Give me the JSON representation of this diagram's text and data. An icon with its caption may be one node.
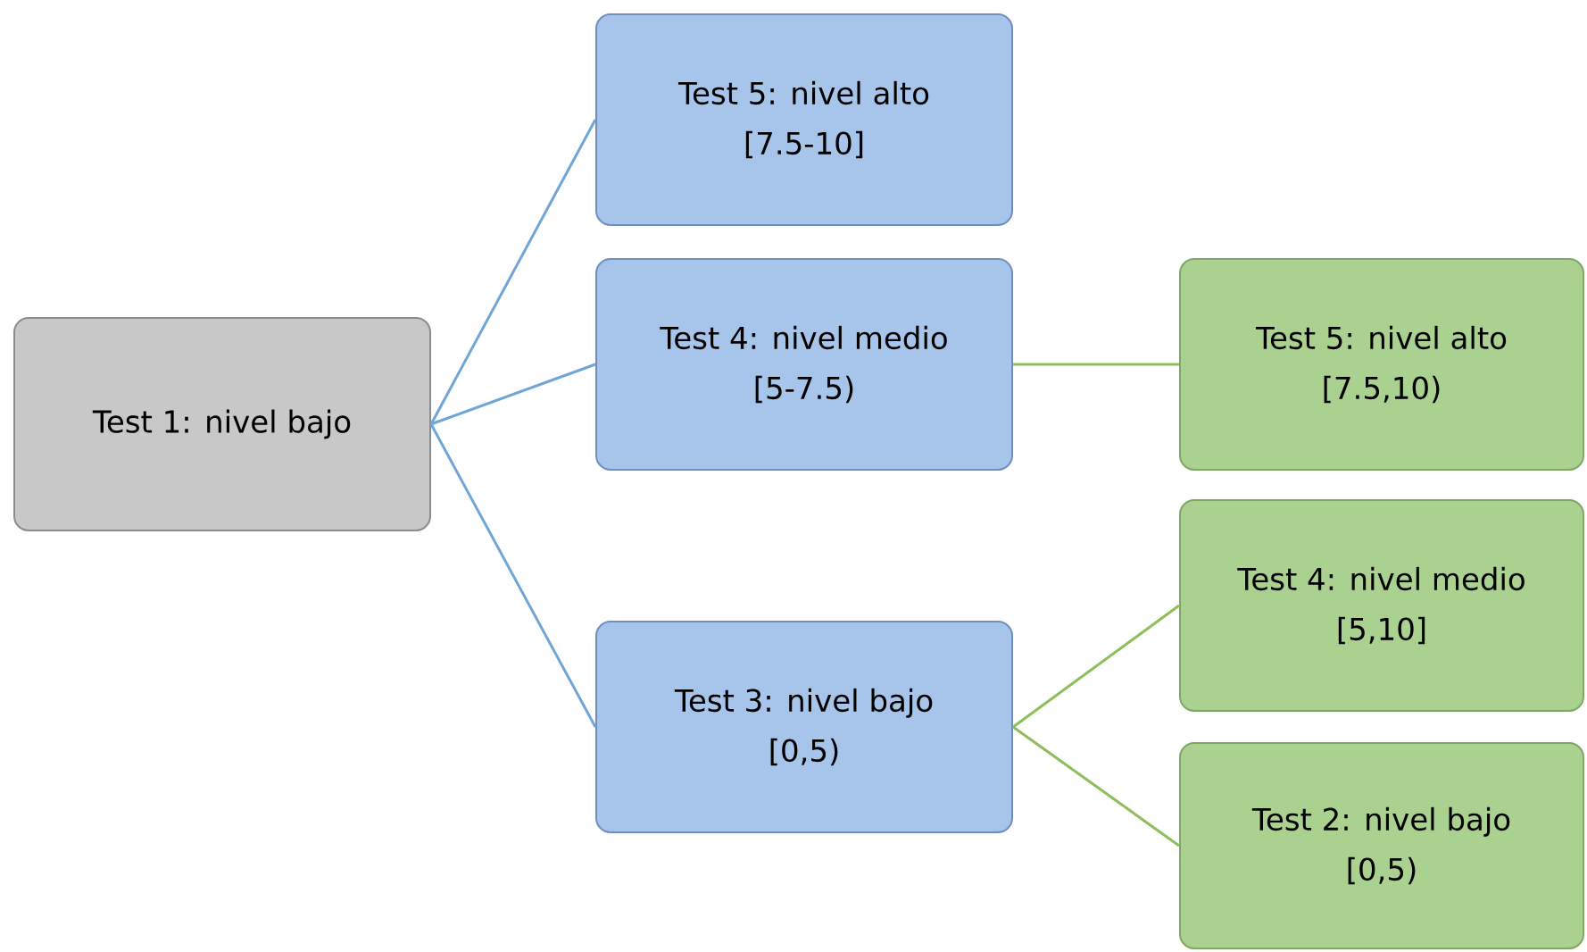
{
  "diagram": {
    "nodes": [
      {
        "text": [
          "Test 1: nivel bajo"
        ]
      },
      {
        "text": [
          "Test 5: nivel alto",
          "[7.5-10]"
        ]
      },
      {
        "text": [
          "Test 4: nivel medio",
          "[5-7.5)"
        ]
      },
      {
        "text": [
          "Test 3: nivel bajo",
          "[0,5)"
        ]
      },
      {
        "text": [
          "Test 5: nivel alto",
          "[7.5,10)"
        ]
      },
      {
        "text": [
          "Test 4: nivel medio",
          "[5,10]"
        ]
      },
      {
        "text": [
          "Test 2: nivel bajo",
          "[0,5)"
        ]
      }
    ],
    "edges": [
      {
        "from": 0,
        "to": 1,
        "arrow": "none"
      },
      {
        "from": 0,
        "to": 2,
        "arrow": "none"
      },
      {
        "from": 0,
        "to": 3,
        "arrow": "none"
      },
      {
        "from": 2,
        "to": 4,
        "arrow": "none",
        "color": "#8cbf5c"
      },
      {
        "from": 3,
        "to": 5,
        "arrow": "none",
        "color": "#8cbf5c"
      },
      {
        "from": 3,
        "to": 6,
        "arrow": "none",
        "color": "#8cbf5c"
      }
    ]
  }
}
